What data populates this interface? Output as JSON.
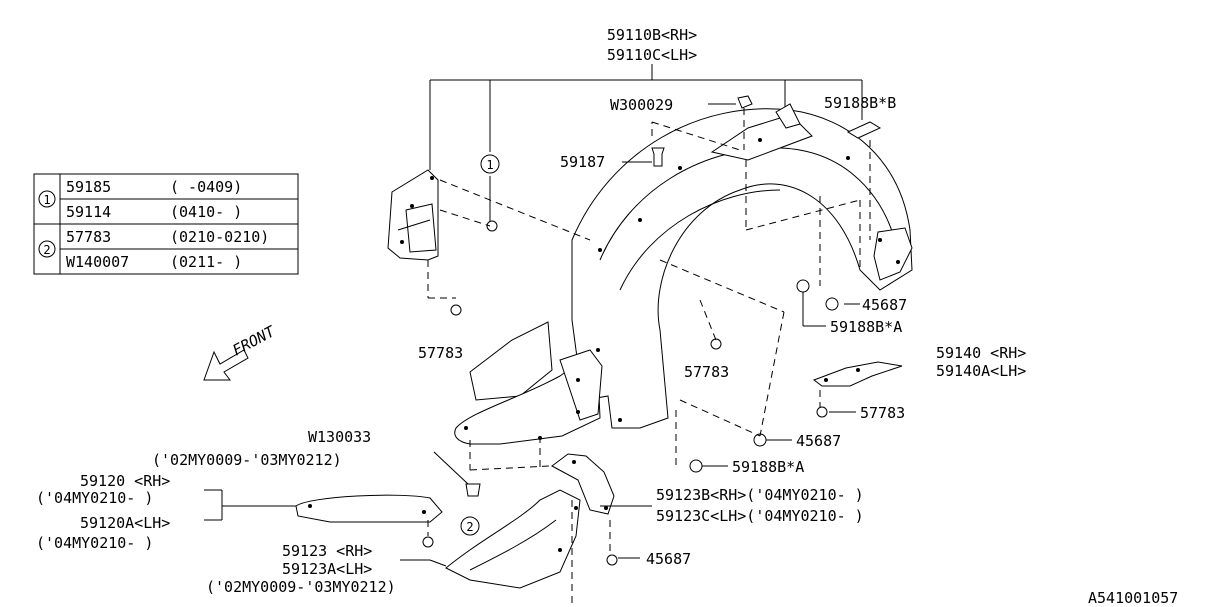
{
  "labels": {
    "fender_rh": "59110B<RH>",
    "fender_lh": "59110C<LH>",
    "w300029": "W300029",
    "b59188b_b": "59188B*B",
    "n59187": "59187",
    "circle_1": "1",
    "circle_2": "2",
    "n57783_a": "57783",
    "n57783_b": "57783",
    "n57783_c": "57783",
    "n45687_a": "45687",
    "n59188b_a1": "59188B*A",
    "n59140_rh": "59140 <RH>",
    "n59140a_lh": "59140A<LH>",
    "n45687_b": "45687",
    "n59188b_a2": "59188B*A",
    "front": "FRONT",
    "w130033": "W130033",
    "w130033_date": "('02MY0009-'03MY0212)",
    "n59120_rh": "59120 <RH>",
    "n59120_date": "('04MY0210-      )",
    "n59120a_lh": "59120A<LH>",
    "n59120a_date": "('04MY0210-      )",
    "n59123b_rh": "59123B<RH>('04MY0210-      )",
    "n59123c_lh": "59123C<LH>('04MY0210-      )",
    "n59123_rh": "59123 <RH>",
    "n59123a_lh": "59123A<LH>",
    "n59123_date": "('02MY0009-'03MY0212)",
    "n45687_c": "45687",
    "diagram_id": "A541001057"
  },
  "legend": [
    {
      "marker": "1",
      "rows": [
        {
          "part": "59185",
          "range": "(     -0409)"
        },
        {
          "part": "59114",
          "range": "(0410-     )"
        }
      ]
    },
    {
      "marker": "2",
      "rows": [
        {
          "part": "57783",
          "range": "(0210-0210)"
        },
        {
          "part": "W140007",
          "range": "(0211-     )"
        }
      ]
    }
  ]
}
